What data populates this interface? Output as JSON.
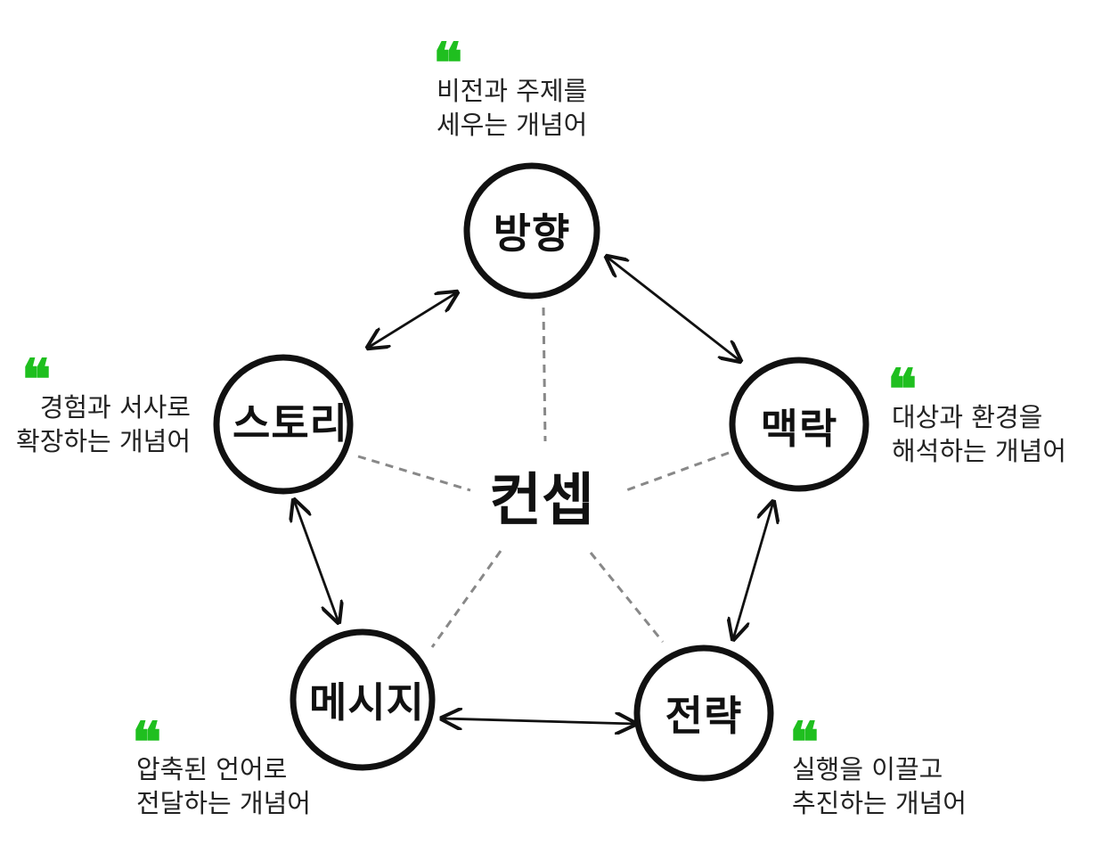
{
  "center": {
    "label": "컨셉"
  },
  "nodes": [
    {
      "id": "direction",
      "label": "방향",
      "desc": [
        "비전과 주제를",
        "세우는 개념어"
      ]
    },
    {
      "id": "story",
      "label": "스토리",
      "desc": [
        "경험과 서사로",
        "확장하는 개념어"
      ]
    },
    {
      "id": "context",
      "label": "맥락",
      "desc": [
        "대상과 환경을",
        "해석하는 개념어"
      ]
    },
    {
      "id": "message",
      "label": "메시지",
      "desc": [
        "압축된 언어로",
        "전달하는 개념어"
      ]
    },
    {
      "id": "strategy",
      "label": "전략",
      "desc": [
        "실행을 이끌고",
        "추진하는 개념어"
      ]
    }
  ],
  "quote_mark": "❝",
  "colors": {
    "accent": "#1fbf1f",
    "stroke": "#111111",
    "dashed": "#888888"
  }
}
